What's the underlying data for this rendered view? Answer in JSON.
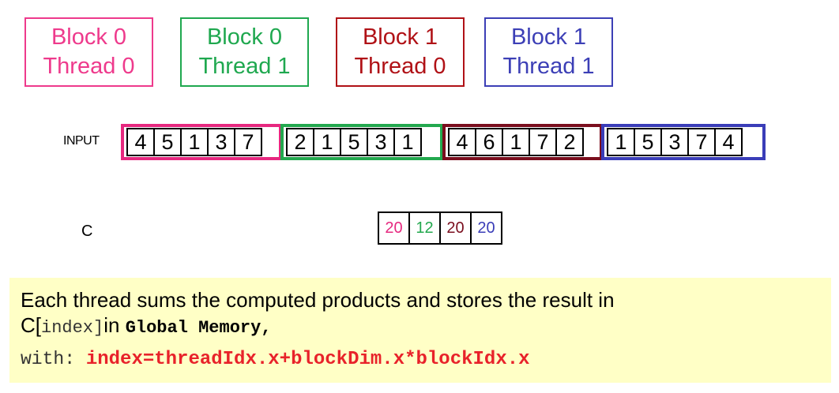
{
  "labels": [
    {
      "block": "Block 0",
      "thread": "Thread 0",
      "color": "#ee3a8c"
    },
    {
      "block": "Block 0",
      "thread": "Thread 1",
      "color": "#1fa84f"
    },
    {
      "block": "Block 1",
      "thread": "Thread 0",
      "color": "#b01116"
    },
    {
      "block": "Block 1",
      "thread": "Thread 1",
      "color": "#3c3fb6"
    }
  ],
  "input": {
    "label": "INPUT",
    "groups": [
      {
        "color": "#e6287f",
        "values": [
          "4",
          "5",
          "1",
          "3",
          "7"
        ]
      },
      {
        "color": "#23a84e",
        "values": [
          "2",
          "1",
          "5",
          "3",
          "1"
        ]
      },
      {
        "color": "#7a0e1e",
        "values": [
          "4",
          "6",
          "1",
          "7",
          "2"
        ]
      },
      {
        "color": "#3a3db8",
        "values": [
          "1",
          "5",
          "3",
          "7",
          "4"
        ]
      }
    ]
  },
  "output": {
    "label": "C",
    "cells": [
      {
        "value": "20",
        "color": "#e6287f"
      },
      {
        "value": "12",
        "color": "#23a84e"
      },
      {
        "value": "20",
        "color": "#7a0e1e"
      },
      {
        "value": "20",
        "color": "#3a3db8"
      }
    ]
  },
  "note": {
    "line1": "Each thread sums the computed products and stores the result in",
    "line2_prefix": "C[",
    "line2_code": "index]",
    "line2_in": "in ",
    "line2_bold": "Global Memory",
    "line2_suffix": ",",
    "line3_prefix": "with: ",
    "line3_code": "index=threadIdx.x+blockDim.x*blockIdx.x"
  }
}
